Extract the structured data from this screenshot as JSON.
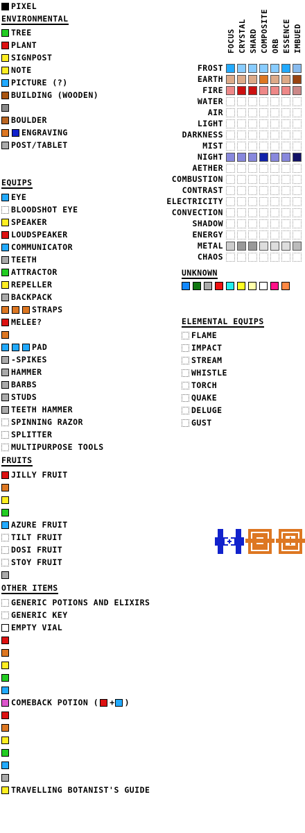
{
  "legend": {
    "pixel": "PIXEL"
  },
  "environmental": {
    "title": "ENVIRONMENTAL",
    "items": [
      {
        "label": "TREE",
        "color": "#22cc22"
      },
      {
        "label": "PLANT",
        "color": "#dd1111"
      },
      {
        "label": "SIGNPOST",
        "color": "#ffee22"
      },
      {
        "label": "NOTE",
        "color": "#ffee22"
      },
      {
        "label": "PICTURE (?)",
        "color": "#22aaff"
      },
      {
        "label": "BUILDING (WOODEN)",
        "color": "#aa5511"
      },
      {
        "label": "",
        "color": "#888888"
      },
      {
        "label": "BOULDER",
        "color": "#bb6622"
      },
      {
        "label": "ENGRAVING",
        "color": "#dd7722",
        "color2": "#1122cc"
      },
      {
        "label": "POST/TABLET",
        "color": "#aaaaaa"
      }
    ]
  },
  "equips": {
    "title": "EQUIPS",
    "items": [
      {
        "label": "EYE",
        "color": "#22aaff"
      },
      {
        "label": "BLOODSHOT EYE",
        "color": ""
      },
      {
        "label": "SPEAKER",
        "color": "#ffee22"
      },
      {
        "label": "LOUDSPEAKER",
        "color": "#dd1111"
      },
      {
        "label": "COMMUNICATOR",
        "color": "#22aaff"
      },
      {
        "label": "TEETH",
        "color": "#aaaaaa"
      },
      {
        "label": "ATTRACTOR",
        "color": "#22cc22"
      },
      {
        "label": "REPELLER",
        "color": "#ffee22"
      },
      {
        "label": "BACKPACK",
        "color": "#aaaaaa"
      },
      {
        "label": "STRAPS",
        "color": "#dd7722",
        "count": 3
      },
      {
        "label": "MELEE?",
        "color": "#dd1111"
      },
      {
        "label": "",
        "color": "#dd7722"
      },
      {
        "label": "PAD",
        "color": "#22aaff",
        "count": 3
      },
      {
        "label": "-SPIKES",
        "color": "#aaaaaa"
      },
      {
        "label": "HAMMER",
        "color": "#aaaaaa"
      },
      {
        "label": "BARBS",
        "color": "#aaaaaa"
      },
      {
        "label": "STUDS",
        "color": "#aaaaaa"
      },
      {
        "label": "TEETH HAMMER",
        "color": "#aaaaaa"
      },
      {
        "label": "SPINNING RAZOR",
        "color": ""
      },
      {
        "label": "SPLITTER",
        "color": ""
      },
      {
        "label": "MULTIPURPOSE TOOLS",
        "color": ""
      }
    ]
  },
  "fruits": {
    "title": "FRUITS",
    "items": [
      {
        "label": "JILLY FRUIT",
        "color": "#dd1111"
      },
      {
        "label": "",
        "color": "#dd7722"
      },
      {
        "label": "",
        "color": "#ffee22"
      },
      {
        "label": "",
        "color": "#22cc22"
      },
      {
        "label": "AZURE FRUIT",
        "color": "#22aaff"
      },
      {
        "label": "TILT FRUIT",
        "color": ""
      },
      {
        "label": "DOSI FRUIT",
        "color": ""
      },
      {
        "label": "STOY FRUIT",
        "color": ""
      },
      {
        "label": "",
        "color": "#aaaaaa"
      }
    ]
  },
  "other": {
    "title": "OTHER ITEMS",
    "items": [
      {
        "label": "GENERIC POTIONS AND ELIXIRS",
        "color": ""
      },
      {
        "label": "GENERIC KEY",
        "color": ""
      },
      {
        "label": "EMPTY VIAL",
        "color": "#ffffff"
      },
      {
        "label": "",
        "color": "#dd1111"
      },
      {
        "label": "",
        "color": "#dd7722"
      },
      {
        "label": "",
        "color": "#ffee22"
      },
      {
        "label": "",
        "color": "#22cc22"
      },
      {
        "label": "",
        "color": "#22aaff"
      },
      {
        "label": "COMEBACK POTION (",
        "suffix": ")",
        "color": "#dd55cc"
      },
      {
        "label": "",
        "color": "#dd1111"
      },
      {
        "label": "",
        "color": "#dd7722"
      },
      {
        "label": "",
        "color": "#ffee22"
      },
      {
        "label": "",
        "color": "#22cc22"
      },
      {
        "label": "",
        "color": "#22aaff"
      },
      {
        "label": "",
        "color": "#aaaaaa"
      },
      {
        "label": "TRAVELLING BOTANIST'S GUIDE",
        "color": "#ffee22"
      }
    ]
  },
  "matrix": {
    "columns": [
      "FOCUS",
      "CRYSTAL",
      "SHARD",
      "COMPOSITE",
      "ORB",
      "ESSENCE",
      "IMBUED"
    ],
    "rows": [
      {
        "label": "FROST",
        "colors": [
          "#22aaff",
          "#88ccff",
          "#88ccff",
          "#88ccff",
          "#88ccff",
          "#22aaff",
          "#88bbee"
        ]
      },
      {
        "label": "EARTH",
        "colors": [
          "#ddaa88",
          "#ddaa88",
          "#ddaa88",
          "#dd7722",
          "#ddaa88",
          "#ddaa88",
          "#994411"
        ]
      },
      {
        "label": "FIRE",
        "colors": [
          "#ee8888",
          "#cc1111",
          "#cc1111",
          "#ee8888",
          "#ee8888",
          "#ee8888",
          "#cc8888"
        ]
      },
      {
        "label": "WATER",
        "colors": []
      },
      {
        "label": "AIR",
        "colors": []
      },
      {
        "label": "LIGHT",
        "colors": []
      },
      {
        "label": "DARKNESS",
        "colors": []
      },
      {
        "label": "MIST",
        "colors": []
      },
      {
        "label": "NIGHT",
        "colors": [
          "#8888dd",
          "#8888dd",
          "#8888dd",
          "#1122aa",
          "#8888dd",
          "#8888dd",
          "#111166"
        ]
      },
      {
        "label": "AETHER",
        "colors": []
      },
      {
        "label": "COMBUSTION",
        "colors": []
      },
      {
        "label": "CONTRAST",
        "colors": []
      },
      {
        "label": "ELECTRICITY",
        "colors": []
      },
      {
        "label": "CONVECTION",
        "colors": []
      },
      {
        "label": "SHADOW",
        "colors": []
      },
      {
        "label": "ENERGY",
        "colors": []
      },
      {
        "label": "METAL",
        "colors": [
          "#cccccc",
          "#999999",
          "#999999",
          "#dddddd",
          "#dddddd",
          "#dddddd",
          "#bbbbbb"
        ]
      },
      {
        "label": "CHAOS",
        "colors": []
      }
    ]
  },
  "unknown": {
    "title": "UNKNOWN",
    "swatches": [
      "#1188ff",
      "#117711",
      "#aaaaaa",
      "#ee1111",
      "#22eeee",
      "#ffff22",
      "#ffffaa",
      "#ffffff",
      "#ff1188",
      "#ff8844"
    ]
  },
  "elemental_equips": {
    "title": "ELEMENTAL EQUIPS",
    "items": [
      "FLAME",
      "IMPACT",
      "STREAM",
      "WHISTLE",
      "TORCH",
      "QUAKE",
      "DELUGE",
      "GUST"
    ]
  }
}
